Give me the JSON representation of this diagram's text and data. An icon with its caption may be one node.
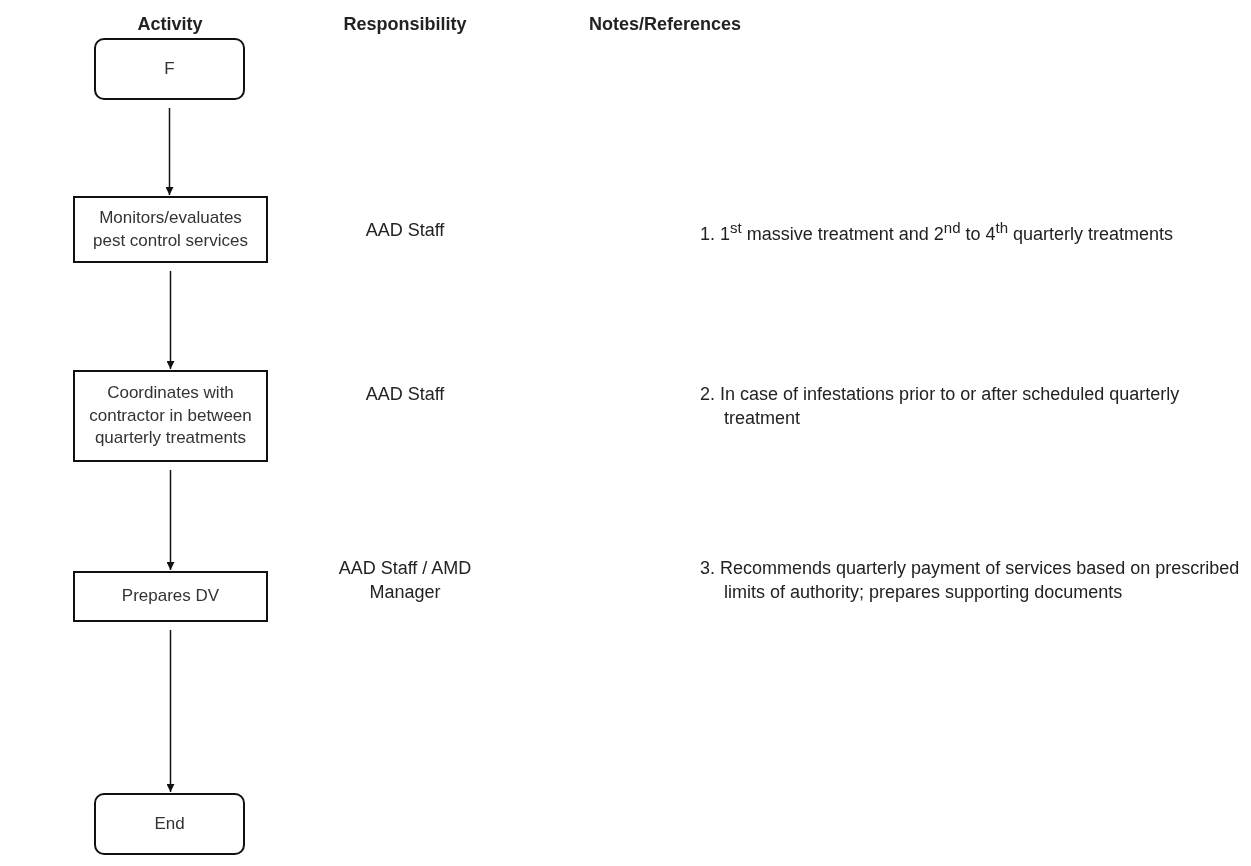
{
  "diagram": {
    "nodes": [
      {
        "text": [
          "F"
        ]
      },
      {
        "text": [
          "Monitors/evaluates pest control services"
        ]
      },
      {
        "text": [
          "Coordinates with contractor in between quarterly treatments"
        ]
      },
      {
        "text": [
          "Prepares DV"
        ]
      },
      {
        "text": [
          "End"
        ]
      }
    ],
    "edges": [
      {
        "from": 0,
        "to": 1,
        "arrow": "to"
      },
      {
        "from": 1,
        "to": 2,
        "arrow": "to"
      },
      {
        "from": 2,
        "to": 3,
        "arrow": "to"
      },
      {
        "from": 3,
        "to": 4,
        "arrow": "to"
      }
    ],
    "labels": [
      "Activity",
      "Responsibility",
      "Notes/References",
      "AAD Staff",
      "1. 1$^{st}$ massive treatment and 2$^{nd}$ to 4$^{th}$ quarterly treatments",
      "AAD Staff",
      "2. In case of infestations prior to or after scheduled quarterly treatment",
      "AAD Staff / AMD Manager",
      "3. Recommends quarterly payment of services based on prescribed limits of authority; prepares supporting documents"
    ]
  }
}
